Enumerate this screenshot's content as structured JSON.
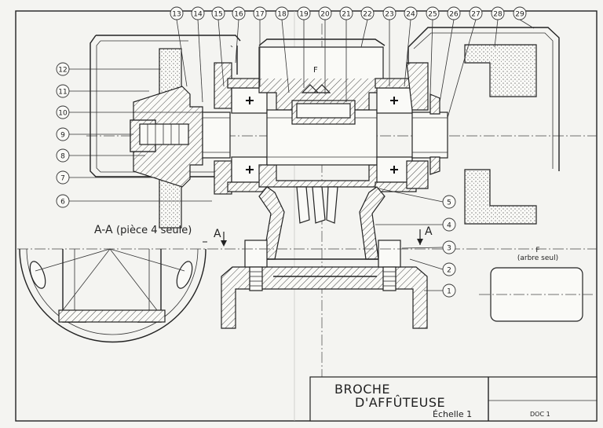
{
  "title": {
    "line1": "BROCHE",
    "line2": "D'AFFÛTEUSE",
    "scale": "Échelle 1",
    "doc": "DOC 1"
  },
  "section_label": "A-A",
  "section_note": "(pièce 4 seule)",
  "cut_marker": "A",
  "force_label": "F",
  "inset_label_letter": "F",
  "inset_label_text": "(arbre seul)",
  "part_numbers": [
    "1",
    "2",
    "3",
    "4",
    "5",
    "6",
    "7",
    "8",
    "9",
    "10",
    "11",
    "12",
    "13",
    "14",
    "15",
    "16",
    "17",
    "18",
    "19",
    "20",
    "21",
    "22",
    "23",
    "24",
    "25",
    "26",
    "27",
    "28",
    "29"
  ]
}
